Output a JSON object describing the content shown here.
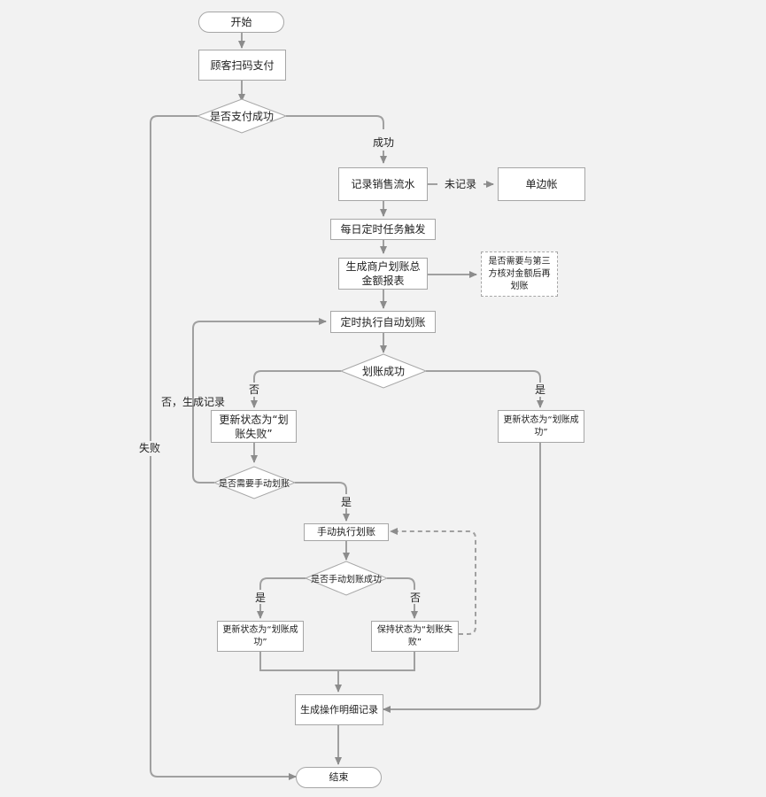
{
  "nodes": {
    "start": "开始",
    "scan_pay": "顾客扫码支付",
    "pay_success_q": "是否支付成功",
    "record_sales": "记录销售流水",
    "single_side": "单边帐",
    "daily_task": "每日定时任务触发",
    "gen_report": "生成商户划账总金额报表",
    "reconcile_note": "是否需要与第三方核对金额后再划账",
    "auto_transfer": "定时执行自动划账",
    "transfer_success_q": "划账成功",
    "update_fail": "更新状态为“划账失败”",
    "update_success_right": "更新状态为“划账成功”",
    "need_manual_q": "是否需要手动划账",
    "manual_transfer": "手动执行划账",
    "manual_success_q": "是否手动划账成功",
    "update_success_left": "更新状态为“划账成功”",
    "keep_fail": "保持状态为“划账失败”",
    "gen_detail": "生成操作明细记录",
    "end": "结束"
  },
  "edge_labels": {
    "success": "成功",
    "not_recorded": "未记录",
    "fail": "失败",
    "no_generate": "否，生成记录",
    "no1": "否",
    "yes1": "是",
    "yes2": "是",
    "yes3": "是",
    "no2": "否"
  }
}
